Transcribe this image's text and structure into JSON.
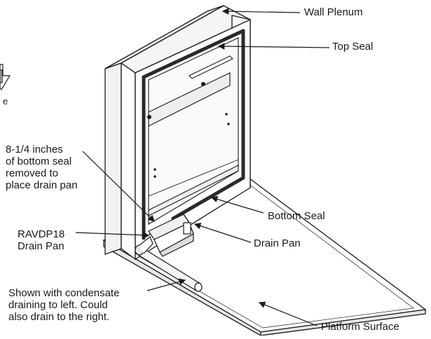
{
  "labels": {
    "wall_plenum": "Wall Plenum",
    "top_seal": "Top Seal",
    "bottom_seal_removed": "8-1/4 inches\nof bottom seal\nremoved to\nplace drain pan",
    "bottom_seal": "Bottom Seal",
    "ravdp18": "RAVDP18\nDrain Pan",
    "drain_pan": "Drain Pan",
    "shown_with": "Shown with condensate\ndraining to left. Could\nalso drain to the right.",
    "platform_surface": "Platform Surface",
    "edge_fragment": "e"
  },
  "colors": {
    "line": "#1a1a1a",
    "fill": "#ffffff",
    "shade": "#d9d9d9",
    "seal": "#2a2a2a"
  }
}
